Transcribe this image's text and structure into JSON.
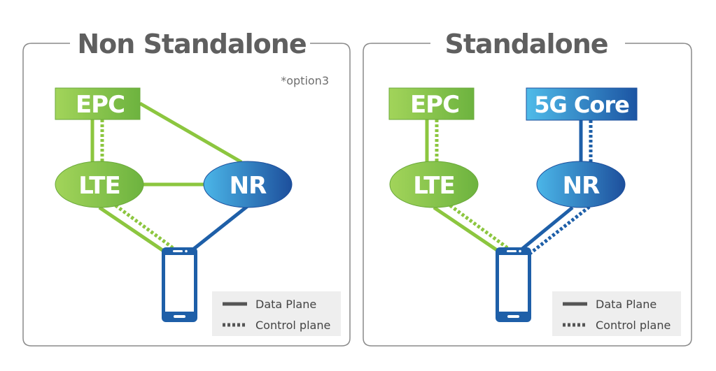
{
  "colors": {
    "green": "#8cc63f",
    "blue": "#1e5fa8",
    "title_gray": "#5f5f5f",
    "legend_bg": "#eeeeee"
  },
  "nsa": {
    "title": "Non Standalone",
    "note": "*option3",
    "epc_label": "EPC",
    "lte_label": "LTE",
    "nr_label": "NR",
    "legend": {
      "data_plane": "Data Plane",
      "control_plane": "Control plane"
    }
  },
  "sa": {
    "title": "Standalone",
    "epc_label": "EPC",
    "core_label": "5G Core",
    "lte_label": "LTE",
    "nr_label": "NR",
    "legend": {
      "data_plane": "Data Plane",
      "control_plane": "Control plane"
    }
  }
}
